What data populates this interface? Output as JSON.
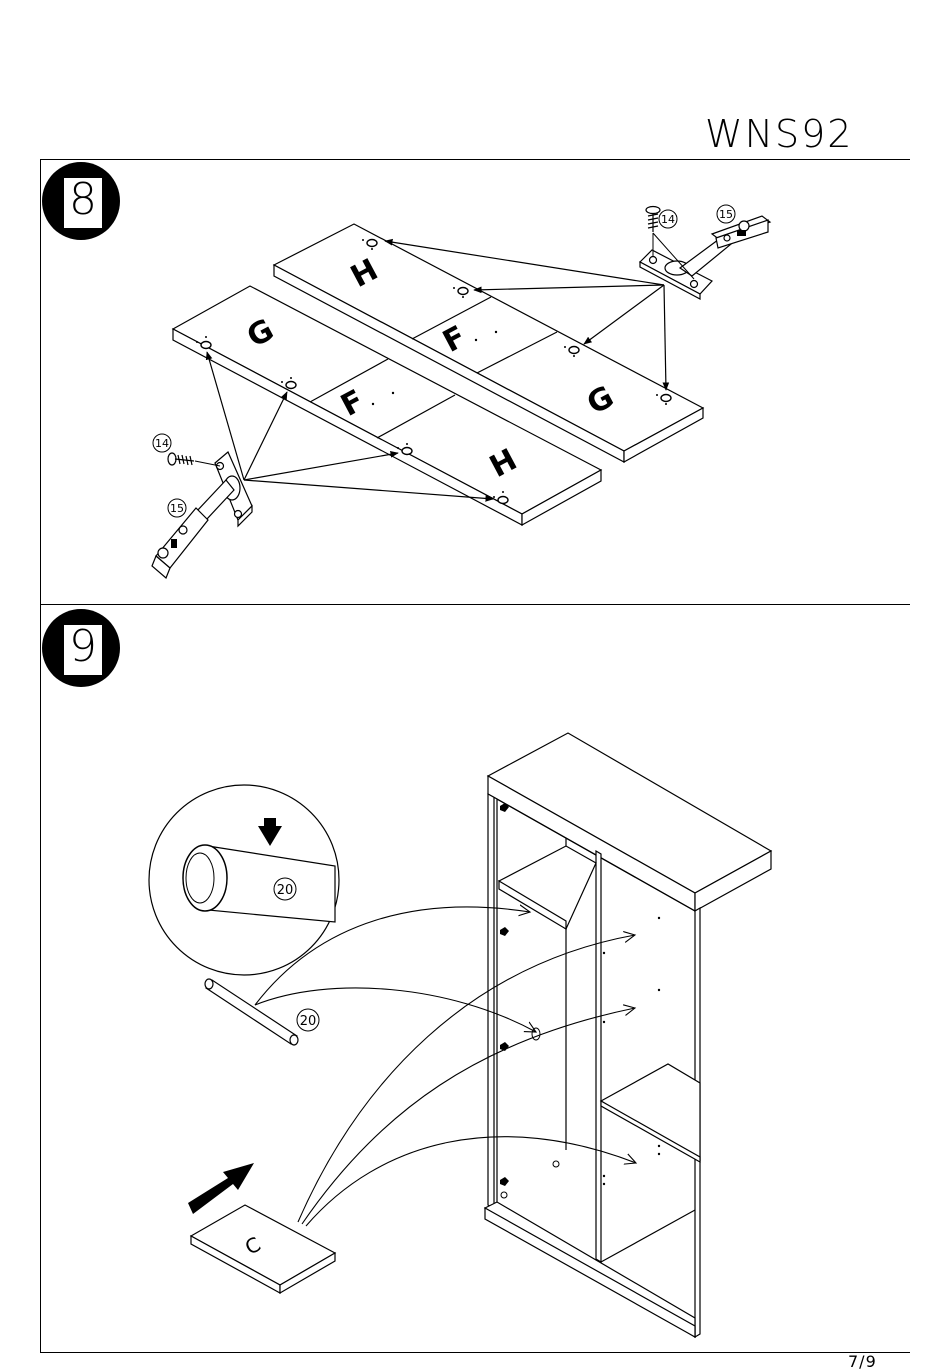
{
  "document": {
    "title": "WNS92",
    "page_number": "7/9"
  },
  "step8": {
    "number": "8",
    "panels": {
      "left": [
        "G",
        "F",
        "H"
      ],
      "right": [
        "H",
        "F",
        "G"
      ]
    },
    "parts": {
      "screw": "14",
      "hinge": "15"
    }
  },
  "step9": {
    "number": "9",
    "parts": {
      "rod": "20",
      "rod_detail": "20",
      "shelf": "C"
    }
  }
}
